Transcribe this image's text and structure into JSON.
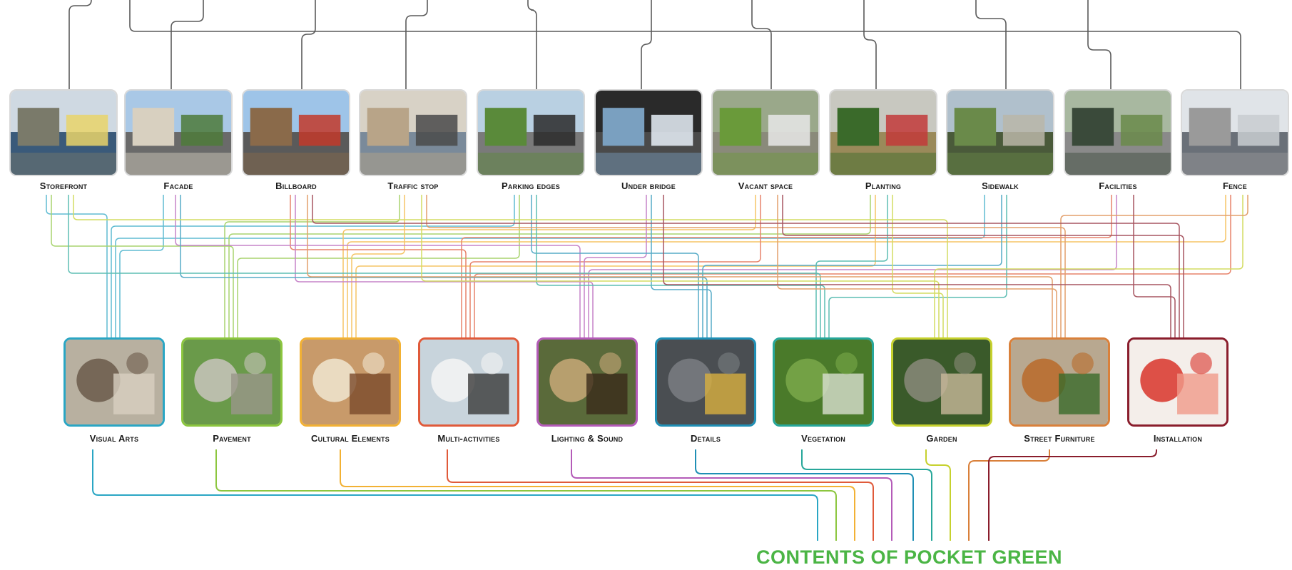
{
  "sources": [
    {
      "label": "Storefront",
      "icon": "storefront-photo"
    },
    {
      "label": "Facade",
      "icon": "facade-photo"
    },
    {
      "label": "Billboard",
      "icon": "billboard-photo"
    },
    {
      "label": "Traffic stop",
      "icon": "traffic-stop-photo"
    },
    {
      "label": "Parking edges",
      "icon": "parking-photo"
    },
    {
      "label": "Under bridge",
      "icon": "under-bridge-photo"
    },
    {
      "label": "Vacant space",
      "icon": "vacant-space-photo"
    },
    {
      "label": "Planting",
      "icon": "planting-photo"
    },
    {
      "label": "Sidewalk",
      "icon": "sidewalk-photo"
    },
    {
      "label": "Facilities",
      "icon": "facilities-photo"
    },
    {
      "label": "Fence",
      "icon": "fence-photo"
    }
  ],
  "contents": [
    {
      "label": "Visual Arts",
      "color": "#2aa6c4",
      "icon": "visual-arts-photo"
    },
    {
      "label": "Pavement",
      "color": "#8cc63f",
      "icon": "pavement-photo"
    },
    {
      "label": "Cultural Elements",
      "color": "#f2b134",
      "icon": "cultural-elements-photo"
    },
    {
      "label": "Multi-activities",
      "color": "#e05a3a",
      "icon": "multi-activities-photo"
    },
    {
      "label": "Lighting & Sound",
      "color": "#b45bb8",
      "icon": "lighting-sound-photo"
    },
    {
      "label": "Details",
      "color": "#1f8fb5",
      "icon": "details-photo"
    },
    {
      "label": "Vegetation",
      "color": "#27a79a",
      "icon": "vegetation-photo"
    },
    {
      "label": "Garden",
      "color": "#c6d12e",
      "icon": "garden-photo"
    },
    {
      "label": "Street Furniture",
      "color": "#d9803a",
      "icon": "street-furniture-photo"
    },
    {
      "label": "Installation",
      "color": "#8a1d2c",
      "icon": "installation-photo"
    }
  ],
  "title": "CONTENTS OF POCKET GREEN",
  "colors": {
    "title": "#4bb545",
    "top_connector": "#5a5a5a"
  }
}
